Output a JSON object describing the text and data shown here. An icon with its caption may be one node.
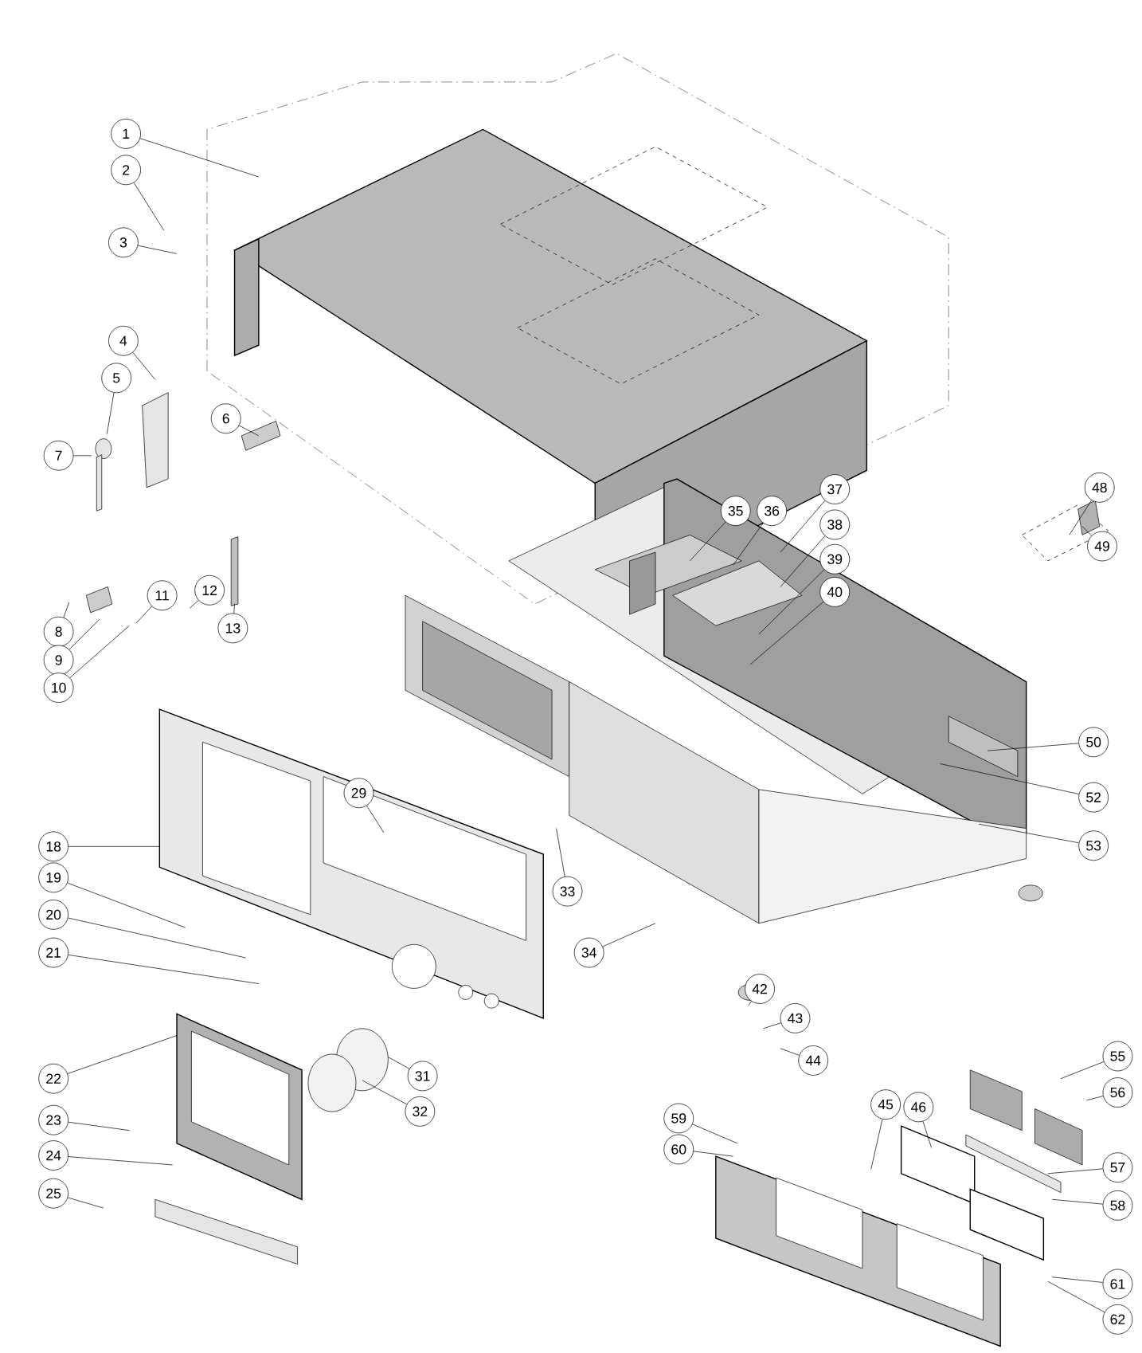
{
  "diagram": {
    "nodes": [
      {
        "text": [
          "1"
        ]
      },
      {
        "text": [
          "2"
        ]
      },
      {
        "text": [
          "3"
        ]
      },
      {
        "text": [
          "4"
        ]
      },
      {
        "text": [
          "5"
        ]
      },
      {
        "text": [
          "6"
        ]
      },
      {
        "text": [
          "7"
        ]
      },
      {
        "text": [
          "8"
        ]
      },
      {
        "text": [
          "9"
        ]
      },
      {
        "text": [
          "10"
        ]
      },
      {
        "text": [
          "11"
        ]
      },
      {
        "text": [
          "12"
        ]
      },
      {
        "text": [
          "13"
        ]
      },
      {
        "text": [
          "18"
        ]
      },
      {
        "text": [
          "19"
        ]
      },
      {
        "text": [
          "20"
        ]
      },
      {
        "text": [
          "21"
        ]
      },
      {
        "text": [
          "22"
        ]
      },
      {
        "text": [
          "23"
        ]
      },
      {
        "text": [
          "24"
        ]
      },
      {
        "text": [
          "25"
        ]
      },
      {
        "text": [
          "29"
        ]
      },
      {
        "text": [
          "31"
        ]
      },
      {
        "text": [
          "32"
        ]
      },
      {
        "text": [
          "33"
        ]
      },
      {
        "text": [
          "34"
        ]
      },
      {
        "text": [
          "35"
        ]
      },
      {
        "text": [
          "36"
        ]
      },
      {
        "text": [
          "37"
        ]
      },
      {
        "text": [
          "38"
        ]
      },
      {
        "text": [
          "39"
        ]
      },
      {
        "text": [
          "40"
        ]
      },
      {
        "text": [
          "42"
        ]
      },
      {
        "text": [
          "43"
        ]
      },
      {
        "text": [
          "44"
        ]
      },
      {
        "text": [
          "45"
        ]
      },
      {
        "text": [
          "46"
        ]
      },
      {
        "text": [
          "48"
        ]
      },
      {
        "text": [
          "49"
        ]
      },
      {
        "text": [
          "50"
        ]
      },
      {
        "text": [
          "52"
        ]
      },
      {
        "text": [
          "53"
        ]
      },
      {
        "text": [
          "55"
        ]
      },
      {
        "text": [
          "56"
        ]
      },
      {
        "text": [
          "57"
        ]
      },
      {
        "text": [
          "58"
        ]
      },
      {
        "text": [
          "59"
        ]
      },
      {
        "text": [
          "60"
        ]
      },
      {
        "text": [
          "61"
        ]
      },
      {
        "text": [
          "62"
        ]
      }
    ],
    "edges": [
      {
        "from": 0,
        "to": null,
        "arrow": "none"
      },
      {
        "from": 1,
        "to": null,
        "arrow": "none"
      },
      {
        "from": 2,
        "to": null,
        "arrow": "none"
      },
      {
        "from": 3,
        "to": null,
        "arrow": "none"
      },
      {
        "from": 4,
        "to": null,
        "arrow": "none"
      },
      {
        "from": 5,
        "to": null,
        "arrow": "none"
      },
      {
        "from": 6,
        "to": null,
        "arrow": "none"
      },
      {
        "from": 7,
        "to": null,
        "arrow": "none"
      },
      {
        "from": 8,
        "to": null,
        "arrow": "none"
      },
      {
        "from": 9,
        "to": null,
        "arrow": "none"
      },
      {
        "from": 10,
        "to": null,
        "arrow": "none"
      },
      {
        "from": 11,
        "to": null,
        "arrow": "none"
      },
      {
        "from": 12,
        "to": null,
        "arrow": "none"
      },
      {
        "from": 13,
        "to": null,
        "arrow": "none"
      },
      {
        "from": 14,
        "to": null,
        "arrow": "none"
      },
      {
        "from": 15,
        "to": null,
        "arrow": "none"
      },
      {
        "from": 16,
        "to": null,
        "arrow": "none"
      },
      {
        "from": 17,
        "to": null,
        "arrow": "none"
      },
      {
        "from": 18,
        "to": null,
        "arrow": "none"
      },
      {
        "from": 19,
        "to": null,
        "arrow": "none"
      },
      {
        "from": 20,
        "to": null,
        "arrow": "none"
      },
      {
        "from": 21,
        "to": null,
        "arrow": "none"
      },
      {
        "from": 22,
        "to": null,
        "arrow": "none"
      },
      {
        "from": 23,
        "to": null,
        "arrow": "none"
      },
      {
        "from": 24,
        "to": null,
        "arrow": "none"
      },
      {
        "from": 25,
        "to": null,
        "arrow": "none"
      },
      {
        "from": 26,
        "to": null,
        "arrow": "none"
      },
      {
        "from": 27,
        "to": null,
        "arrow": "none"
      },
      {
        "from": 28,
        "to": null,
        "arrow": "none"
      },
      {
        "from": 29,
        "to": null,
        "arrow": "none"
      },
      {
        "from": 30,
        "to": null,
        "arrow": "none"
      },
      {
        "from": 31,
        "to": null,
        "arrow": "none"
      },
      {
        "from": 32,
        "to": null,
        "arrow": "none"
      },
      {
        "from": 33,
        "to": null,
        "arrow": "none"
      },
      {
        "from": 34,
        "to": null,
        "arrow": "none"
      },
      {
        "from": 35,
        "to": null,
        "arrow": "none"
      },
      {
        "from": 36,
        "to": null,
        "arrow": "none"
      },
      {
        "from": 37,
        "to": null,
        "arrow": "none"
      },
      {
        "from": 38,
        "to": null,
        "arrow": "none"
      },
      {
        "from": 39,
        "to": null,
        "arrow": "none"
      },
      {
        "from": 40,
        "to": null,
        "arrow": "none"
      },
      {
        "from": 41,
        "to": null,
        "arrow": "none"
      },
      {
        "from": 42,
        "to": null,
        "arrow": "none"
      },
      {
        "from": 43,
        "to": null,
        "arrow": "none"
      },
      {
        "from": 44,
        "to": null,
        "arrow": "none"
      },
      {
        "from": 45,
        "to": null,
        "arrow": "none"
      },
      {
        "from": 46,
        "to": null,
        "arrow": "none"
      },
      {
        "from": 47,
        "to": null,
        "arrow": "none"
      },
      {
        "from": 48,
        "to": null,
        "arrow": "none"
      },
      {
        "from": 49,
        "to": null,
        "arrow": "none"
      }
    ]
  }
}
